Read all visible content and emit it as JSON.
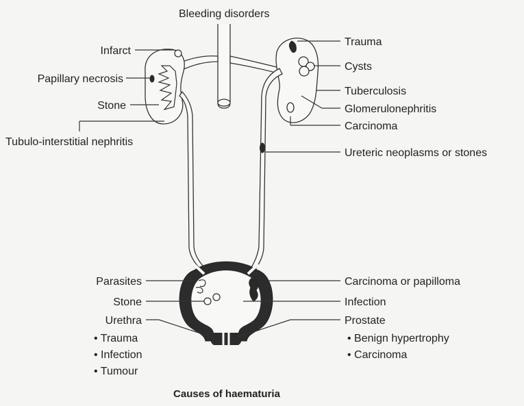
{
  "top_label": "Bleeding disorders",
  "left_labels": {
    "infarct": "Infarct",
    "papillary_necrosis": "Papillary necrosis",
    "stone": "Stone",
    "tubulo": "Tubulo-interstitial nephritis"
  },
  "right_labels": {
    "trauma": "Trauma",
    "cysts": "Cysts",
    "tuberculosis": "Tuberculosis",
    "glomerulonephritis": "Glomerulonephritis",
    "carcinoma": "Carcinoma",
    "ureteric": "Ureteric neoplasms or stones"
  },
  "bladder_left": {
    "parasites": "Parasites",
    "stone": "Stone",
    "urethra": "Urethra",
    "urethra_items": [
      "• Trauma",
      "• Infection",
      "• Tumour"
    ]
  },
  "bladder_right": {
    "carcinoma_papilloma": "Carcinoma or papilloma",
    "infection": "Infection",
    "prostate": "Prostate",
    "prostate_items": [
      "• Benign hypertrophy",
      "• Carcinoma"
    ]
  },
  "caption": "Causes of haematuria",
  "colors": {
    "background": "#f5f5f3",
    "ink": "#222222",
    "lesion": "#2a2a2a"
  }
}
